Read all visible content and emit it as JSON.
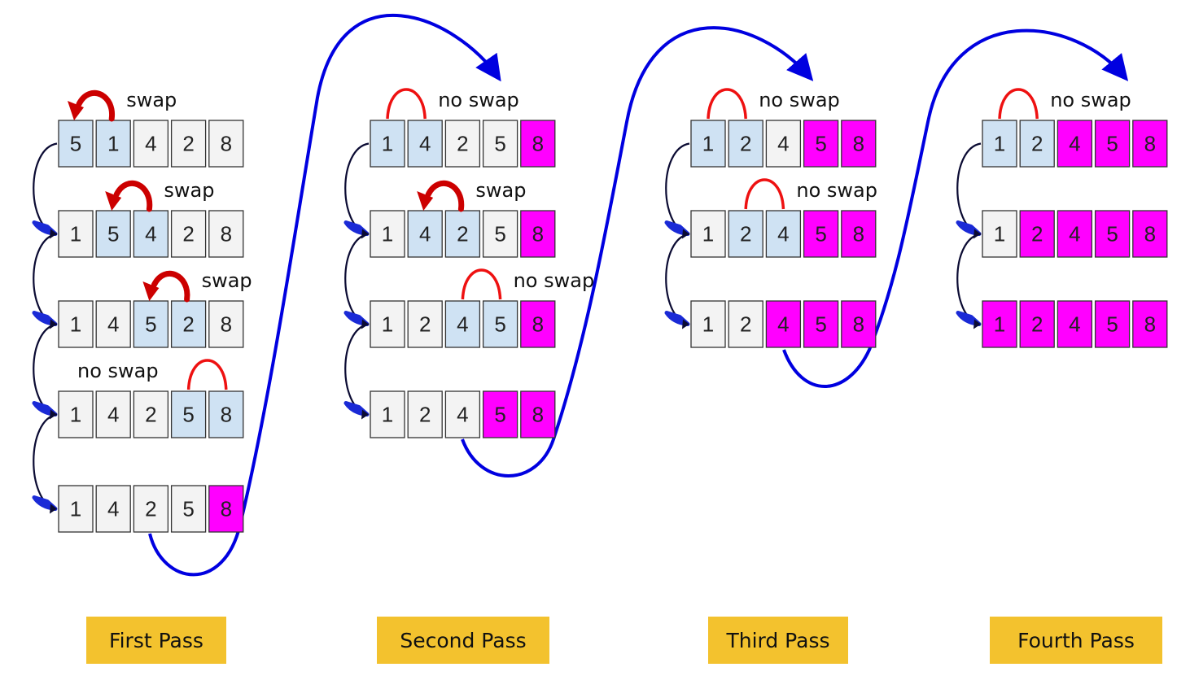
{
  "colors": {
    "sorted": "#ff00ff",
    "compared": "#cfe2f3",
    "normal": "#f3f3f3",
    "swap_arrow": "#cc0000",
    "no_swap_arc": "#ee1111",
    "flow_arrow": "#0000e0",
    "label_bg": "#f3c22e"
  },
  "passes": [
    {
      "label": "First Pass",
      "rows": [
        {
          "values": [
            5,
            1,
            4,
            2,
            8
          ],
          "compare": [
            0,
            1
          ],
          "sorted_from": 5,
          "action": "swap"
        },
        {
          "values": [
            1,
            5,
            4,
            2,
            8
          ],
          "compare": [
            1,
            2
          ],
          "sorted_from": 5,
          "action": "swap"
        },
        {
          "values": [
            1,
            4,
            5,
            2,
            8
          ],
          "compare": [
            2,
            3
          ],
          "sorted_from": 5,
          "action": "swap"
        },
        {
          "values": [
            1,
            4,
            2,
            5,
            8
          ],
          "compare": [
            3,
            4
          ],
          "sorted_from": 5,
          "action": "no swap"
        },
        {
          "values": [
            1,
            4,
            2,
            5,
            8
          ],
          "compare": [],
          "sorted_from": 4,
          "action": ""
        }
      ]
    },
    {
      "label": "Second Pass",
      "rows": [
        {
          "values": [
            1,
            4,
            2,
            5,
            8
          ],
          "compare": [
            0,
            1
          ],
          "sorted_from": 4,
          "action": "no swap"
        },
        {
          "values": [
            1,
            4,
            2,
            5,
            8
          ],
          "compare": [
            1,
            2
          ],
          "sorted_from": 4,
          "action": "swap"
        },
        {
          "values": [
            1,
            2,
            4,
            5,
            8
          ],
          "compare": [
            2,
            3
          ],
          "sorted_from": 4,
          "action": "no swap"
        },
        {
          "values": [
            1,
            2,
            4,
            5,
            8
          ],
          "compare": [],
          "sorted_from": 3,
          "action": ""
        }
      ]
    },
    {
      "label": "Third Pass",
      "rows": [
        {
          "values": [
            1,
            2,
            4,
            5,
            8
          ],
          "compare": [
            0,
            1
          ],
          "sorted_from": 3,
          "action": "no swap"
        },
        {
          "values": [
            1,
            2,
            4,
            5,
            8
          ],
          "compare": [
            1,
            2
          ],
          "sorted_from": 3,
          "action": "no swap"
        },
        {
          "values": [
            1,
            2,
            4,
            5,
            8
          ],
          "compare": [],
          "sorted_from": 2,
          "action": ""
        }
      ]
    },
    {
      "label": "Fourth Pass",
      "rows": [
        {
          "values": [
            1,
            2,
            4,
            5,
            8
          ],
          "compare": [
            0,
            1
          ],
          "sorted_from": 2,
          "action": "no swap"
        },
        {
          "values": [
            1,
            2,
            4,
            5,
            8
          ],
          "compare": [],
          "sorted_from": 1,
          "action": ""
        },
        {
          "values": [
            1,
            2,
            4,
            5,
            8
          ],
          "compare": [],
          "sorted_from": 0,
          "action": ""
        }
      ]
    }
  ]
}
